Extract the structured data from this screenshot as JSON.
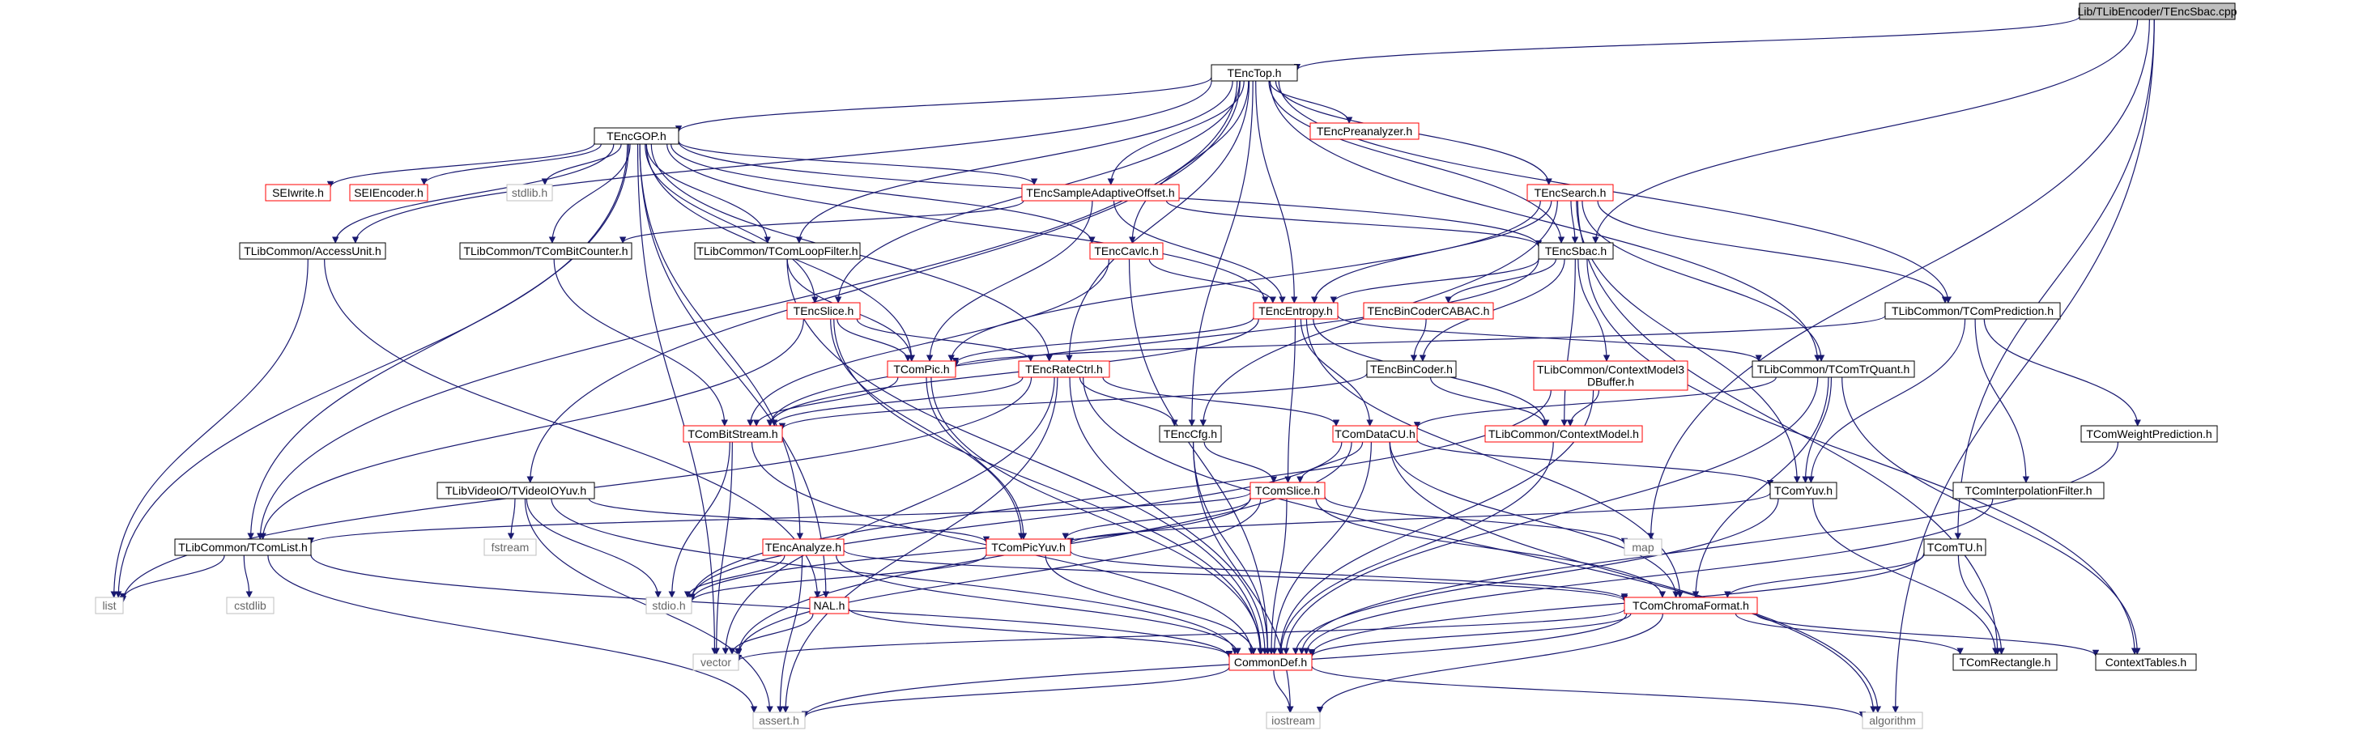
{
  "diagram": {
    "root": "Lib/TLibEncoder/TEncSbac.cpp",
    "colors": {
      "root_fill": "#bfbfbf",
      "node_border_black": "#000000",
      "node_border_red": "#ff0000",
      "node_border_gray": "#bfbfbf",
      "edge": "#191970",
      "background": "#ffffff"
    },
    "nodes": [
      {
        "id": "root",
        "label": "Lib/TLibEncoder/TEncSbac.cpp",
        "style": "root"
      },
      {
        "id": "TEncTop",
        "label": "TEncTop.h",
        "style": "black"
      },
      {
        "id": "TEncGOP",
        "label": "TEncGOP.h",
        "style": "black"
      },
      {
        "id": "TEncPreanalyzer",
        "label": "TEncPreanalyzer.h",
        "style": "red"
      },
      {
        "id": "TEncSearch",
        "label": "TEncSearch.h",
        "style": "red"
      },
      {
        "id": "SEIwrite",
        "label": "SEIwrite.h",
        "style": "red"
      },
      {
        "id": "SEIEncoder",
        "label": "SEIEncoder.h",
        "style": "red"
      },
      {
        "id": "stdlib",
        "label": "stdlib.h",
        "style": "gray"
      },
      {
        "id": "TEncSAO",
        "label": "TEncSampleAdaptiveOffset.h",
        "style": "red"
      },
      {
        "id": "AccessUnit",
        "label": "TLibCommon/AccessUnit.h",
        "style": "black"
      },
      {
        "id": "BitCounter",
        "label": "TLibCommon/TComBitCounter.h",
        "style": "black"
      },
      {
        "id": "LoopFilter",
        "label": "TLibCommon/TComLoopFilter.h",
        "style": "black"
      },
      {
        "id": "TEncCavlc",
        "label": "TEncCavlc.h",
        "style": "red"
      },
      {
        "id": "TEncSbac",
        "label": "TEncSbac.h",
        "style": "black"
      },
      {
        "id": "TEncSlice",
        "label": "TEncSlice.h",
        "style": "red"
      },
      {
        "id": "TEncEntropy",
        "label": "TEncEntropy.h",
        "style": "red"
      },
      {
        "id": "BinCABAC",
        "label": "TEncBinCoderCABAC.h",
        "style": "red"
      },
      {
        "id": "TComPrediction",
        "label": "TLibCommon/TComPrediction.h",
        "style": "black"
      },
      {
        "id": "TComPic",
        "label": "TComPic.h",
        "style": "red"
      },
      {
        "id": "TEncRateCtrl",
        "label": "TEncRateCtrl.h",
        "style": "red"
      },
      {
        "id": "TEncBinCoder",
        "label": "TEncBinCoder.h",
        "style": "black"
      },
      {
        "id": "ContextModel3",
        "label": "TLibCommon/ContextModel3\nDBuffer.h",
        "style": "red"
      },
      {
        "id": "TComTrQuant",
        "label": "TLibCommon/TComTrQuant.h",
        "style": "black"
      },
      {
        "id": "TComBitStream",
        "label": "TComBitStream.h",
        "style": "red"
      },
      {
        "id": "TEncCfg",
        "label": "TEncCfg.h",
        "style": "black"
      },
      {
        "id": "TComDataCU",
        "label": "TComDataCU.h",
        "style": "red"
      },
      {
        "id": "ContextModel",
        "label": "TLibCommon/ContextModel.h",
        "style": "red"
      },
      {
        "id": "WeightPred",
        "label": "TComWeightPrediction.h",
        "style": "black"
      },
      {
        "id": "TVideoIOYuv",
        "label": "TLibVideoIO/TVideoIOYuv.h",
        "style": "black"
      },
      {
        "id": "TComSlice",
        "label": "TComSlice.h",
        "style": "red"
      },
      {
        "id": "TComYuv",
        "label": "TComYuv.h",
        "style": "black"
      },
      {
        "id": "InterpFilter",
        "label": "TComInterpolationFilter.h",
        "style": "black"
      },
      {
        "id": "TComList",
        "label": "TLibCommon/TComList.h",
        "style": "black"
      },
      {
        "id": "fstream",
        "label": "fstream",
        "style": "gray"
      },
      {
        "id": "TEncAnalyze",
        "label": "TEncAnalyze.h",
        "style": "red"
      },
      {
        "id": "TComPicYuv",
        "label": "TComPicYuv.h",
        "style": "red"
      },
      {
        "id": "map",
        "label": "map",
        "style": "gray"
      },
      {
        "id": "TComTU",
        "label": "TComTU.h",
        "style": "black"
      },
      {
        "id": "list",
        "label": "list",
        "style": "gray"
      },
      {
        "id": "cstdlib",
        "label": "cstdlib",
        "style": "gray"
      },
      {
        "id": "stdio",
        "label": "stdio.h",
        "style": "gray"
      },
      {
        "id": "NAL",
        "label": "NAL.h",
        "style": "red"
      },
      {
        "id": "ChromaFormat",
        "label": "TComChromaFormat.h",
        "style": "red"
      },
      {
        "id": "vector",
        "label": "vector",
        "style": "gray"
      },
      {
        "id": "CommonDef",
        "label": "CommonDef.h",
        "style": "red"
      },
      {
        "id": "TComRectangle",
        "label": "TComRectangle.h",
        "style": "black"
      },
      {
        "id": "ContextTables",
        "label": "ContextTables.h",
        "style": "black"
      },
      {
        "id": "assert",
        "label": "assert.h",
        "style": "gray"
      },
      {
        "id": "iostream",
        "label": "iostream",
        "style": "gray"
      },
      {
        "id": "algorithm",
        "label": "algorithm",
        "style": "gray"
      }
    ],
    "edges": [
      [
        "root",
        "TEncTop"
      ],
      [
        "root",
        "TEncSbac"
      ],
      [
        "root",
        "map"
      ],
      [
        "root",
        "TComTU"
      ],
      [
        "root",
        "algorithm"
      ],
      [
        "TEncTop",
        "TEncGOP"
      ],
      [
        "TEncTop",
        "TEncPreanalyzer"
      ],
      [
        "TEncTop",
        "TEncSearch"
      ],
      [
        "TEncTop",
        "TEncSAO"
      ],
      [
        "TEncTop",
        "LoopFilter"
      ],
      [
        "TEncTop",
        "TEncCavlc"
      ],
      [
        "TEncTop",
        "TEncSbac"
      ],
      [
        "TEncTop",
        "TEncSlice"
      ],
      [
        "TEncTop",
        "TEncEntropy"
      ],
      [
        "TEncTop",
        "TComPrediction"
      ],
      [
        "TEncTop",
        "TEncRateCtrl"
      ],
      [
        "TEncTop",
        "TComTrQuant"
      ],
      [
        "TEncTop",
        "TEncCfg"
      ],
      [
        "TEncTop",
        "TVideoIOYuv"
      ],
      [
        "TEncTop",
        "TComList"
      ],
      [
        "TEncTop",
        "AccessUnit"
      ],
      [
        "TEncGOP",
        "SEIwrite"
      ],
      [
        "TEncGOP",
        "SEIEncoder"
      ],
      [
        "TEncGOP",
        "stdlib"
      ],
      [
        "TEncGOP",
        "TEncSAO"
      ],
      [
        "TEncGOP",
        "AccessUnit"
      ],
      [
        "TEncGOP",
        "BitCounter"
      ],
      [
        "TEncGOP",
        "LoopFilter"
      ],
      [
        "TEncGOP",
        "TEncCavlc"
      ],
      [
        "TEncGOP",
        "TEncSbac"
      ],
      [
        "TEncGOP",
        "TEncSlice"
      ],
      [
        "TEncGOP",
        "TEncEntropy"
      ],
      [
        "TEncGOP",
        "TComPic"
      ],
      [
        "TEncGOP",
        "TEncRateCtrl"
      ],
      [
        "TEncGOP",
        "TEncAnalyze"
      ],
      [
        "TEncGOP",
        "TComList"
      ],
      [
        "TEncGOP",
        "list"
      ],
      [
        "TEncGOP",
        "vector"
      ],
      [
        "TEncGOP",
        "NAL"
      ],
      [
        "TEncSearch",
        "TEncSbac"
      ],
      [
        "TEncSearch",
        "TEncEntropy"
      ],
      [
        "TEncSearch",
        "TComPrediction"
      ],
      [
        "TEncSearch",
        "TComTrQuant"
      ],
      [
        "TEncSearch",
        "TComPic"
      ],
      [
        "TEncSearch",
        "TComYuv"
      ],
      [
        "TEncSearch",
        "TEncCfg"
      ],
      [
        "TEncSearch",
        "TComRectangle"
      ],
      [
        "TEncSAO",
        "TEncSbac"
      ],
      [
        "TEncSAO",
        "TEncEntropy"
      ],
      [
        "TEncSAO",
        "BitCounter"
      ],
      [
        "TEncSAO",
        "TComPic"
      ],
      [
        "AccessUnit",
        "list"
      ],
      [
        "AccessUnit",
        "NAL"
      ],
      [
        "BitCounter",
        "TComBitStream"
      ],
      [
        "LoopFilter",
        "TComPic"
      ],
      [
        "LoopFilter",
        "CommonDef"
      ],
      [
        "TEncCavlc",
        "TEncEntropy"
      ],
      [
        "TEncCavlc",
        "TComBitStream"
      ],
      [
        "TEncCavlc",
        "CommonDef"
      ],
      [
        "TEncSbac",
        "TEncEntropy"
      ],
      [
        "TEncSbac",
        "BinCABAC"
      ],
      [
        "TEncSbac",
        "TEncBinCoder"
      ],
      [
        "TEncSbac",
        "ContextModel3"
      ],
      [
        "TEncSbac",
        "ContextModel"
      ],
      [
        "TEncSbac",
        "ContextTables"
      ],
      [
        "TEncSbac",
        "TComBitStream"
      ],
      [
        "TEncSlice",
        "TComPic"
      ],
      [
        "TEncSlice",
        "TEncRateCtrl"
      ],
      [
        "TEncSlice",
        "TComList"
      ],
      [
        "TEncSlice",
        "TComPicYuv"
      ],
      [
        "TEncSlice",
        "CommonDef"
      ],
      [
        "TEncEntropy",
        "TComPic"
      ],
      [
        "TEncEntropy",
        "TComSlice"
      ],
      [
        "TEncEntropy",
        "TComDataCU"
      ],
      [
        "TEncEntropy",
        "ContextModel"
      ],
      [
        "TEncEntropy",
        "TComTrQuant"
      ],
      [
        "TEncEntropy",
        "ChromaFormat"
      ],
      [
        "TEncEntropy",
        "TComBitStream"
      ],
      [
        "BinCABAC",
        "TEncBinCoder"
      ],
      [
        "TComPrediction",
        "TComPic"
      ],
      [
        "TComPrediction",
        "TComYuv"
      ],
      [
        "TComPrediction",
        "WeightPred"
      ],
      [
        "TComPrediction",
        "InterpFilter"
      ],
      [
        "TComPic",
        "TComBitStream"
      ],
      [
        "TComPic",
        "TComPicYuv"
      ],
      [
        "TComPic",
        "CommonDef"
      ],
      [
        "TEncRateCtrl",
        "TEncCfg"
      ],
      [
        "TEncRateCtrl",
        "TComDataCU"
      ],
      [
        "TEncRateCtrl",
        "CommonDef"
      ],
      [
        "TEncRateCtrl",
        "list"
      ],
      [
        "TEncRateCtrl",
        "vector"
      ],
      [
        "TEncRateCtrl",
        "algorithm"
      ],
      [
        "TEncRateCtrl",
        "assert"
      ],
      [
        "TEncRateCtrl",
        "TComBitStream"
      ],
      [
        "TEncBinCoder",
        "ContextModel"
      ],
      [
        "TEncBinCoder",
        "TComBitStream"
      ],
      [
        "ContextModel3",
        "ContextModel"
      ],
      [
        "ContextModel3",
        "CommonDef"
      ],
      [
        "ContextModel3",
        "stdio"
      ],
      [
        "TComTrQuant",
        "TComYuv"
      ],
      [
        "TComTrQuant",
        "TComDataCU"
      ],
      [
        "TComTrQuant",
        "ContextTables"
      ],
      [
        "TComTrQuant",
        "ChromaFormat"
      ],
      [
        "TComTrQuant",
        "CommonDef"
      ],
      [
        "TComBitStream",
        "stdio"
      ],
      [
        "TComBitStream",
        "vector"
      ],
      [
        "TComBitStream",
        "CommonDef"
      ],
      [
        "TEncCfg",
        "TComSlice"
      ],
      [
        "TEncCfg",
        "CommonDef"
      ],
      [
        "TEncCfg",
        "iostream"
      ],
      [
        "TComDataCU",
        "TComSlice"
      ],
      [
        "TComDataCU",
        "TComYuv"
      ],
      [
        "TComDataCU",
        "ChromaFormat"
      ],
      [
        "TComDataCU",
        "CommonDef"
      ],
      [
        "TComDataCU",
        "vector"
      ],
      [
        "TComDataCU",
        "algorithm"
      ],
      [
        "TComDataCU",
        "stdio"
      ],
      [
        "ContextModel",
        "CommonDef"
      ],
      [
        "WeightPred",
        "CommonDef"
      ],
      [
        "TVideoIOYuv",
        "fstream"
      ],
      [
        "TVideoIOYuv",
        "TComPicYuv"
      ],
      [
        "TVideoIOYuv",
        "stdio"
      ],
      [
        "TVideoIOYuv",
        "CommonDef"
      ],
      [
        "TVideoIOYuv",
        "assert"
      ],
      [
        "TComSlice",
        "TComList"
      ],
      [
        "TComSlice",
        "TComPicYuv"
      ],
      [
        "TComSlice",
        "map"
      ],
      [
        "TComSlice",
        "ChromaFormat"
      ],
      [
        "TComSlice",
        "CommonDef"
      ],
      [
        "TComSlice",
        "vector"
      ],
      [
        "TComSlice",
        "stdio"
      ],
      [
        "TComYuv",
        "TComPicYuv"
      ],
      [
        "TComYuv",
        "TComRectangle"
      ],
      [
        "TComYuv",
        "CommonDef"
      ],
      [
        "InterpFilter",
        "CommonDef"
      ],
      [
        "TComList",
        "list"
      ],
      [
        "TComList",
        "cstdlib"
      ],
      [
        "TComList",
        "assert"
      ],
      [
        "TComList",
        "CommonDef"
      ],
      [
        "TEncAnalyze",
        "stdio"
      ],
      [
        "TEncAnalyze",
        "assert"
      ],
      [
        "TEncAnalyze",
        "CommonDef"
      ],
      [
        "TEncAnalyze",
        "ChromaFormat"
      ],
      [
        "TComPicYuv",
        "ChromaFormat"
      ],
      [
        "TComPicYuv",
        "CommonDef"
      ],
      [
        "TComPicYuv",
        "stdio"
      ],
      [
        "TComTU",
        "ChromaFormat"
      ],
      [
        "TComTU",
        "TComRectangle"
      ],
      [
        "TComTU",
        "CommonDef"
      ],
      [
        "NAL",
        "vector"
      ],
      [
        "NAL",
        "CommonDef"
      ],
      [
        "ChromaFormat",
        "CommonDef"
      ],
      [
        "ChromaFormat",
        "assert"
      ],
      [
        "ChromaFormat",
        "iostream"
      ],
      [
        "ChromaFormat",
        "vector"
      ],
      [
        "ChromaFormat",
        "TComRectangle"
      ],
      [
        "ChromaFormat",
        "ContextTables"
      ],
      [
        "CommonDef",
        "assert"
      ],
      [
        "CommonDef",
        "iostream"
      ],
      [
        "CommonDef",
        "algorithm"
      ]
    ]
  }
}
